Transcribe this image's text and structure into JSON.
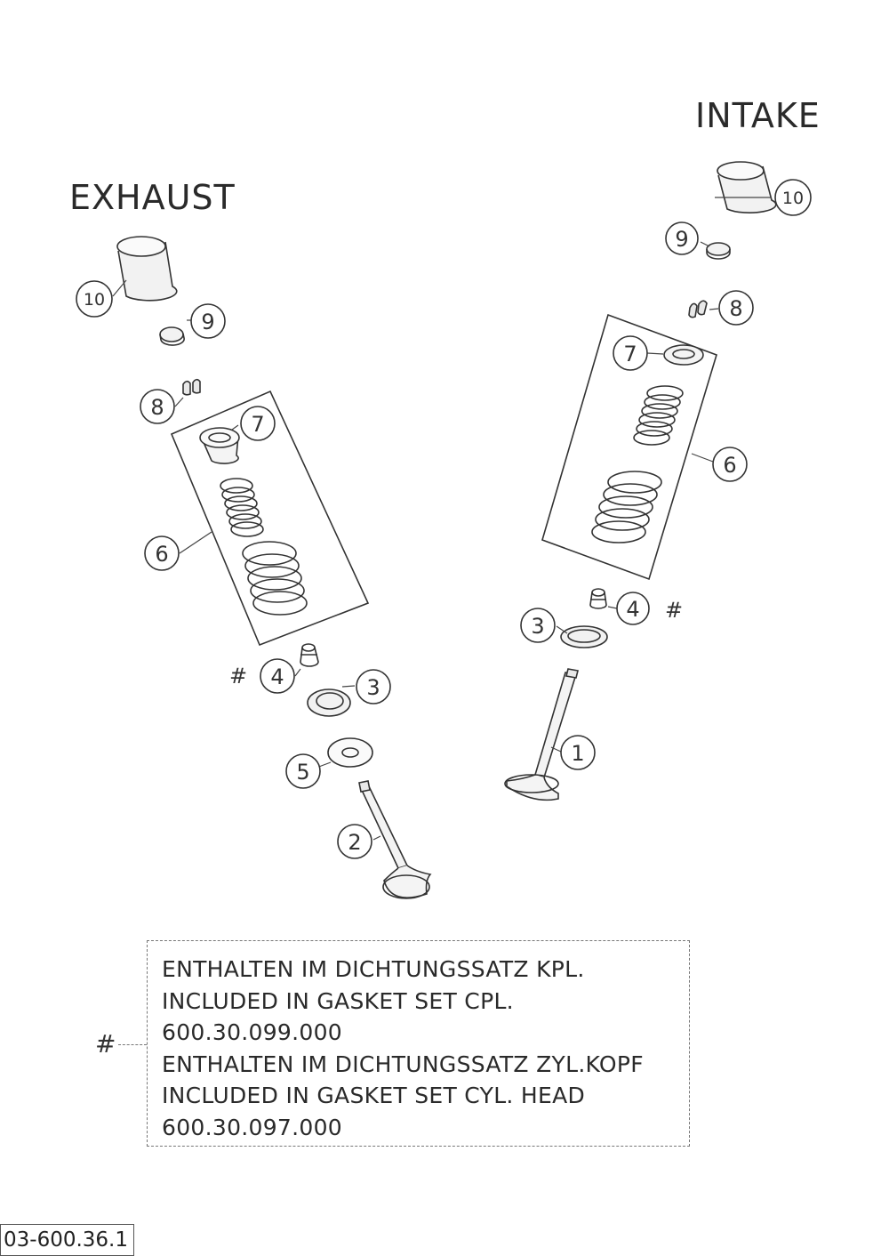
{
  "headings": {
    "intake": "INTAKE",
    "exhaust": "EXHAUST"
  },
  "callouts": {
    "n1": "1",
    "n2": "2",
    "n3": "3",
    "n4": "4",
    "n5": "5",
    "n6": "6",
    "n7": "7",
    "n8": "8",
    "n9": "9",
    "n10": "10",
    "hash": "#"
  },
  "note": {
    "marker": "#",
    "lines": [
      "ENTHALTEN IM DICHTUNGSSATZ KPL.",
      "INCLUDED IN GASKET SET CPL.",
      "600.30.099.000",
      "ENTHALTEN IM DICHTUNGSSATZ ZYL.KOPF",
      "INCLUDED IN GASKET SET CYL. HEAD",
      "600.30.097.000"
    ]
  },
  "document_id": "03-600.36.1"
}
